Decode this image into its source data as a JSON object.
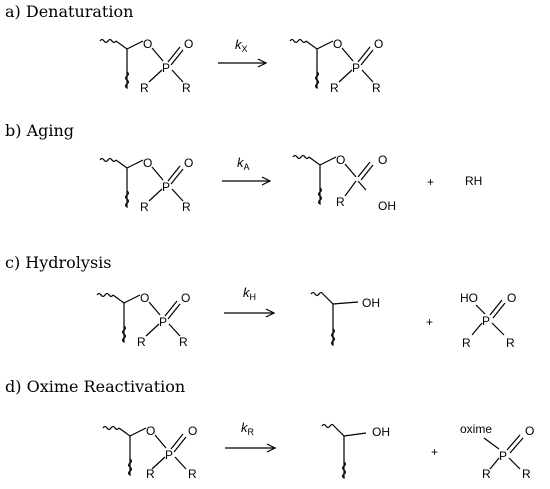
{
  "sections": [
    {
      "id": "a",
      "title": "a) Denaturation",
      "rate": {
        "k": "k",
        "sub": "X"
      },
      "reactant": {
        "o_ester": "O",
        "o_double": "O",
        "p": "P",
        "r1": "R",
        "r2": "R"
      },
      "product": {
        "o_ester": "O",
        "o_double": "O",
        "p": "P",
        "r1": "R",
        "r2": "R"
      }
    },
    {
      "id": "b",
      "title": "b) Aging",
      "rate": {
        "k": "k",
        "sub": "A"
      },
      "reactant": {
        "o_ester": "O",
        "o_double": "O",
        "p": "P",
        "r1": "R",
        "r2": "R"
      },
      "product": {
        "o_ester": "O",
        "o_double": "O",
        "r1": "R",
        "oh": "OH"
      },
      "plus": "+",
      "side_product": "RH"
    },
    {
      "id": "c",
      "title": "c) Hydrolysis",
      "rate": {
        "k": "k",
        "sub": "H"
      },
      "reactant": {
        "o_ester": "O",
        "o_double": "O",
        "p": "P",
        "r1": "R",
        "r2": "R"
      },
      "product_enzyme": {
        "oh": "OH"
      },
      "plus": "+",
      "product_phos": {
        "ho": "HO",
        "o_double": "O",
        "p": "P",
        "r1": "R",
        "r2": "R"
      }
    },
    {
      "id": "d",
      "title": "d) Oxime Reactivation",
      "rate": {
        "k": "k",
        "sub": "R"
      },
      "reactant": {
        "o_ester": "O",
        "o_double": "O",
        "p": "P",
        "r1": "R",
        "r2": "R"
      },
      "product_enzyme": {
        "oh": "OH"
      },
      "plus": "+",
      "product_phos": {
        "oxime": "oxime",
        "o_double": "O",
        "p": "P",
        "r1": "R",
        "r2": "R"
      }
    }
  ]
}
